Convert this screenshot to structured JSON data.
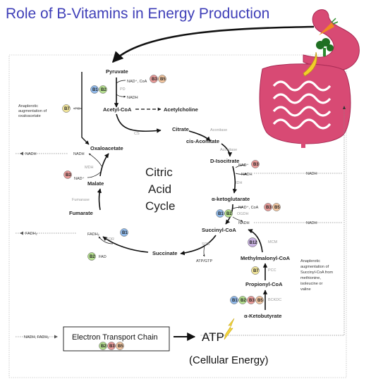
{
  "title": "Role of B-Vitamins in Energy Production",
  "colors": {
    "title": "#3f3fb8",
    "b1": "#8fb8e8",
    "b2": "#b2dc8c",
    "b3": "#e89a98",
    "b5": "#f3c6a0",
    "b7": "#f0e49a",
    "b12": "#c7b0e0",
    "gut": "#d84a74",
    "lightning": "#f2d43a"
  },
  "icons": [
    "stomach-icon",
    "intestine-icon",
    "carrot-icon",
    "broccoli-icon",
    "banana-icon",
    "lightning-icon"
  ],
  "metabolites": {
    "pyruvate": "Pyruvate",
    "acetyl_coa": "Acetyl-CoA",
    "acetylcholine": "Acetylcholine",
    "citrate": "Citrate",
    "cis_aconitate": "cis-Aconitate",
    "d_isocitrate": "D-Isocitrate",
    "a_ketoglutarate": "α-ketoglutarate",
    "succinyl_coa": "Succinyl-CoA",
    "succinate": "Succinate",
    "fumarate": "Fumarate",
    "malate": "Malate",
    "oxaloacetate": "Oxaloacetate",
    "methylmalonyl_coa": "Methylmalonyl-CoA",
    "propionyl_coa": "Propionyl-CoA",
    "a_ketobutyrate": "α-Ketobutyrate"
  },
  "enzymes": {
    "pd1": "PD",
    "pd2": "PD",
    "cs": "CS",
    "aconitase1": "Aconitase",
    "aconitase2": "Aconitase",
    "idh": "IDH",
    "ogdh": "OGDH",
    "scs": "SCS",
    "sqr": "SQR",
    "fumarase": "Fumarase",
    "mdh": "MDH",
    "mcm": "MCM",
    "pcc": "PCC",
    "bckdc": "BCKDC"
  },
  "cofactors": {
    "nad_coa": "NAD⁺, CoA",
    "nadh_pd": "NADH",
    "nad_idh": "NAD⁺",
    "nadh_idh": "NADH",
    "nad_coa_ogdh": "NAD⁺, CoA",
    "nadh_ogdh": "NADH",
    "atp_gtp": "ATP/GTP",
    "fadh2_sqr": "FADH₂",
    "fad": "FAD",
    "nadh_mdh": "NADH",
    "nad_mdh": "NAD⁺"
  },
  "side_labels": {
    "nadh_left": "NADH",
    "nadh_right1": "NADH",
    "nadh_right2": "NADH",
    "fadh2_left": "FADH₂",
    "nadh_fadh2_bottom": "NADH, FADH₂"
  },
  "center": {
    "line1": "Citric",
    "line2": "Acid",
    "line3": "Cycle"
  },
  "notes": {
    "anaplerotic_oaa": [
      "Anaplerotic",
      "augmentation of",
      "oxaloacetate"
    ],
    "anaplerotic_scoa": [
      "Anaplerotic",
      "augmentation of",
      "Succinyl-CoA from",
      "methionine,",
      "isoleucine or",
      "valine"
    ]
  },
  "etc": {
    "label": "Electron Transport Chain"
  },
  "atp": {
    "label": "ATP",
    "subtitle": "(Cellular Energy)"
  },
  "vitamins": {
    "b1": "B1",
    "b2": "B2",
    "b3": "B3",
    "b5": "B5",
    "b7": "B7",
    "b12": "B12"
  }
}
